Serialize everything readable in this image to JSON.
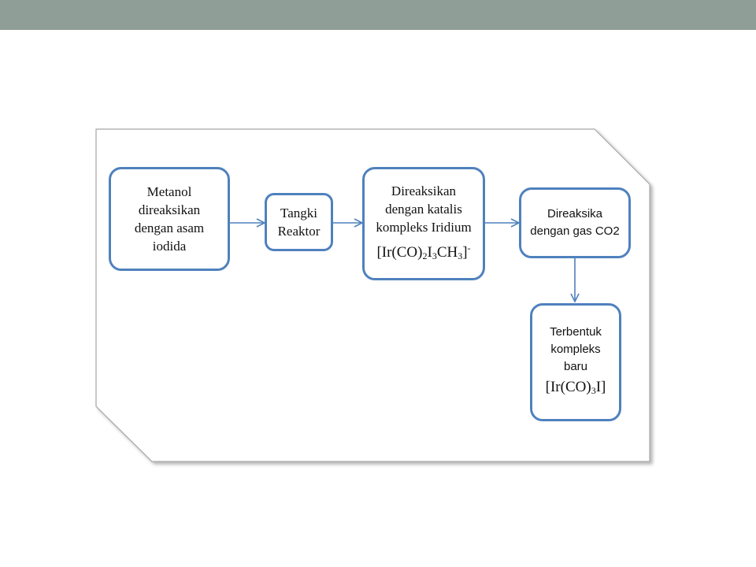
{
  "colors": {
    "top_bar": "#8f9e96",
    "node_border": "#4f81bd",
    "arrow": "#4f81bd",
    "panel_border": "#a6a6a6"
  },
  "nodes": {
    "metanol": {
      "lines": [
        "Metanol",
        "direaksikan",
        "dengan asam",
        "iodida"
      ]
    },
    "tangki": {
      "lines": [
        "Tangki",
        "Reaktor"
      ]
    },
    "katalis": {
      "lines": [
        "Direaksikan",
        "dengan katalis",
        "kompleks Iridium"
      ],
      "formula": {
        "p1": "[Ir(CO)",
        "s1": "2",
        "p2": "I",
        "s2": "3",
        "p3": "CH",
        "s3": "3",
        "p4": "]",
        "sup": "-"
      }
    },
    "co2": {
      "lines": [
        "Direaksika",
        "dengan gas CO2"
      ]
    },
    "terbentuk": {
      "lines": [
        "Terbentuk",
        "kompleks",
        "baru"
      ],
      "formula": {
        "p1": "[Ir(CO)",
        "s1": "3",
        "p2": "I]"
      }
    }
  }
}
